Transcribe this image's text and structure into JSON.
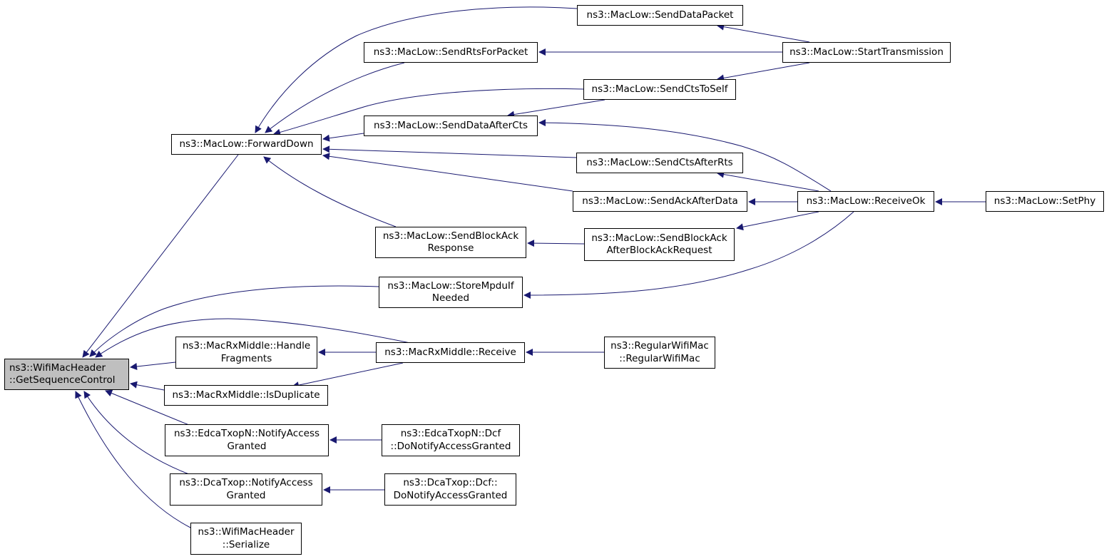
{
  "graph": {
    "edge_color": "#191970",
    "root_fill": "#bfbfbf",
    "nodes": {
      "root": "ns3::WifiMacHeader\n::GetSequenceControl",
      "forwardDown": "ns3::MacLow::ForwardDown",
      "sendDataPacket": "ns3::MacLow::SendDataPacket",
      "sendRtsForPacket": "ns3::MacLow::SendRtsForPacket",
      "startTransmission": "ns3::MacLow::StartTransmission",
      "sendCtsToSelf": "ns3::MacLow::SendCtsToSelf",
      "sendDataAfterCts": "ns3::MacLow::SendDataAfterCts",
      "sendCtsAfterRts": "ns3::MacLow::SendCtsAfterRts",
      "sendAckAfterData": "ns3::MacLow::SendAckAfterData",
      "receiveOk": "ns3::MacLow::ReceiveOk",
      "setPhy": "ns3::MacLow::SetPhy",
      "sendBlockAckResponse": "ns3::MacLow::SendBlockAck\nResponse",
      "sendBlockAckAfterBar": "ns3::MacLow::SendBlockAck\nAfterBlockAckRequest",
      "storeMpdu": "ns3::MacLow::StoreMpduIf\nNeeded",
      "handleFragments": "ns3::MacRxMiddle::Handle\nFragments",
      "rxReceive": "ns3::MacRxMiddle::Receive",
      "regularWifiMac": "ns3::RegularWifiMac\n::RegularWifiMac",
      "isDuplicate": "ns3::MacRxMiddle::IsDuplicate",
      "edcaNotify": "ns3::EdcaTxopN::NotifyAccess\nGranted",
      "edcaDcf": "ns3::EdcaTxopN::Dcf\n::DoNotifyAccessGranted",
      "dcaNotify": "ns3::DcaTxop::NotifyAccess\nGranted",
      "dcaDcf": "ns3::DcaTxop::Dcf::\nDoNotifyAccessGranted",
      "serialize": "ns3::WifiMacHeader\n::Serialize"
    },
    "edges": [
      [
        "forwardDown",
        "root"
      ],
      [
        "storeMpdu",
        "root"
      ],
      [
        "rxReceive",
        "root"
      ],
      [
        "handleFragments",
        "root"
      ],
      [
        "isDuplicate",
        "root"
      ],
      [
        "edcaNotify",
        "root"
      ],
      [
        "dcaNotify",
        "root"
      ],
      [
        "serialize",
        "root"
      ],
      [
        "sendDataPacket",
        "forwardDown"
      ],
      [
        "sendRtsForPacket",
        "forwardDown"
      ],
      [
        "sendCtsToSelf",
        "forwardDown"
      ],
      [
        "sendDataAfterCts",
        "forwardDown"
      ],
      [
        "sendCtsAfterRts",
        "forwardDown"
      ],
      [
        "sendAckAfterData",
        "forwardDown"
      ],
      [
        "sendBlockAckResponse",
        "forwardDown"
      ],
      [
        "startTransmission",
        "sendDataPacket"
      ],
      [
        "startTransmission",
        "sendRtsForPacket"
      ],
      [
        "startTransmission",
        "sendCtsToSelf"
      ],
      [
        "sendCtsToSelf",
        "sendDataAfterCts"
      ],
      [
        "receiveOk",
        "sendDataAfterCts"
      ],
      [
        "receiveOk",
        "sendCtsAfterRts"
      ],
      [
        "receiveOk",
        "sendAckAfterData"
      ],
      [
        "receiveOk",
        "sendBlockAckAfterBar"
      ],
      [
        "receiveOk",
        "storeMpdu"
      ],
      [
        "setPhy",
        "receiveOk"
      ],
      [
        "sendBlockAckAfterBar",
        "sendBlockAckResponse"
      ],
      [
        "rxReceive",
        "handleFragments"
      ],
      [
        "rxReceive",
        "isDuplicate"
      ],
      [
        "regularWifiMac",
        "rxReceive"
      ],
      [
        "edcaDcf",
        "edcaNotify"
      ],
      [
        "dcaDcf",
        "dcaNotify"
      ]
    ]
  }
}
